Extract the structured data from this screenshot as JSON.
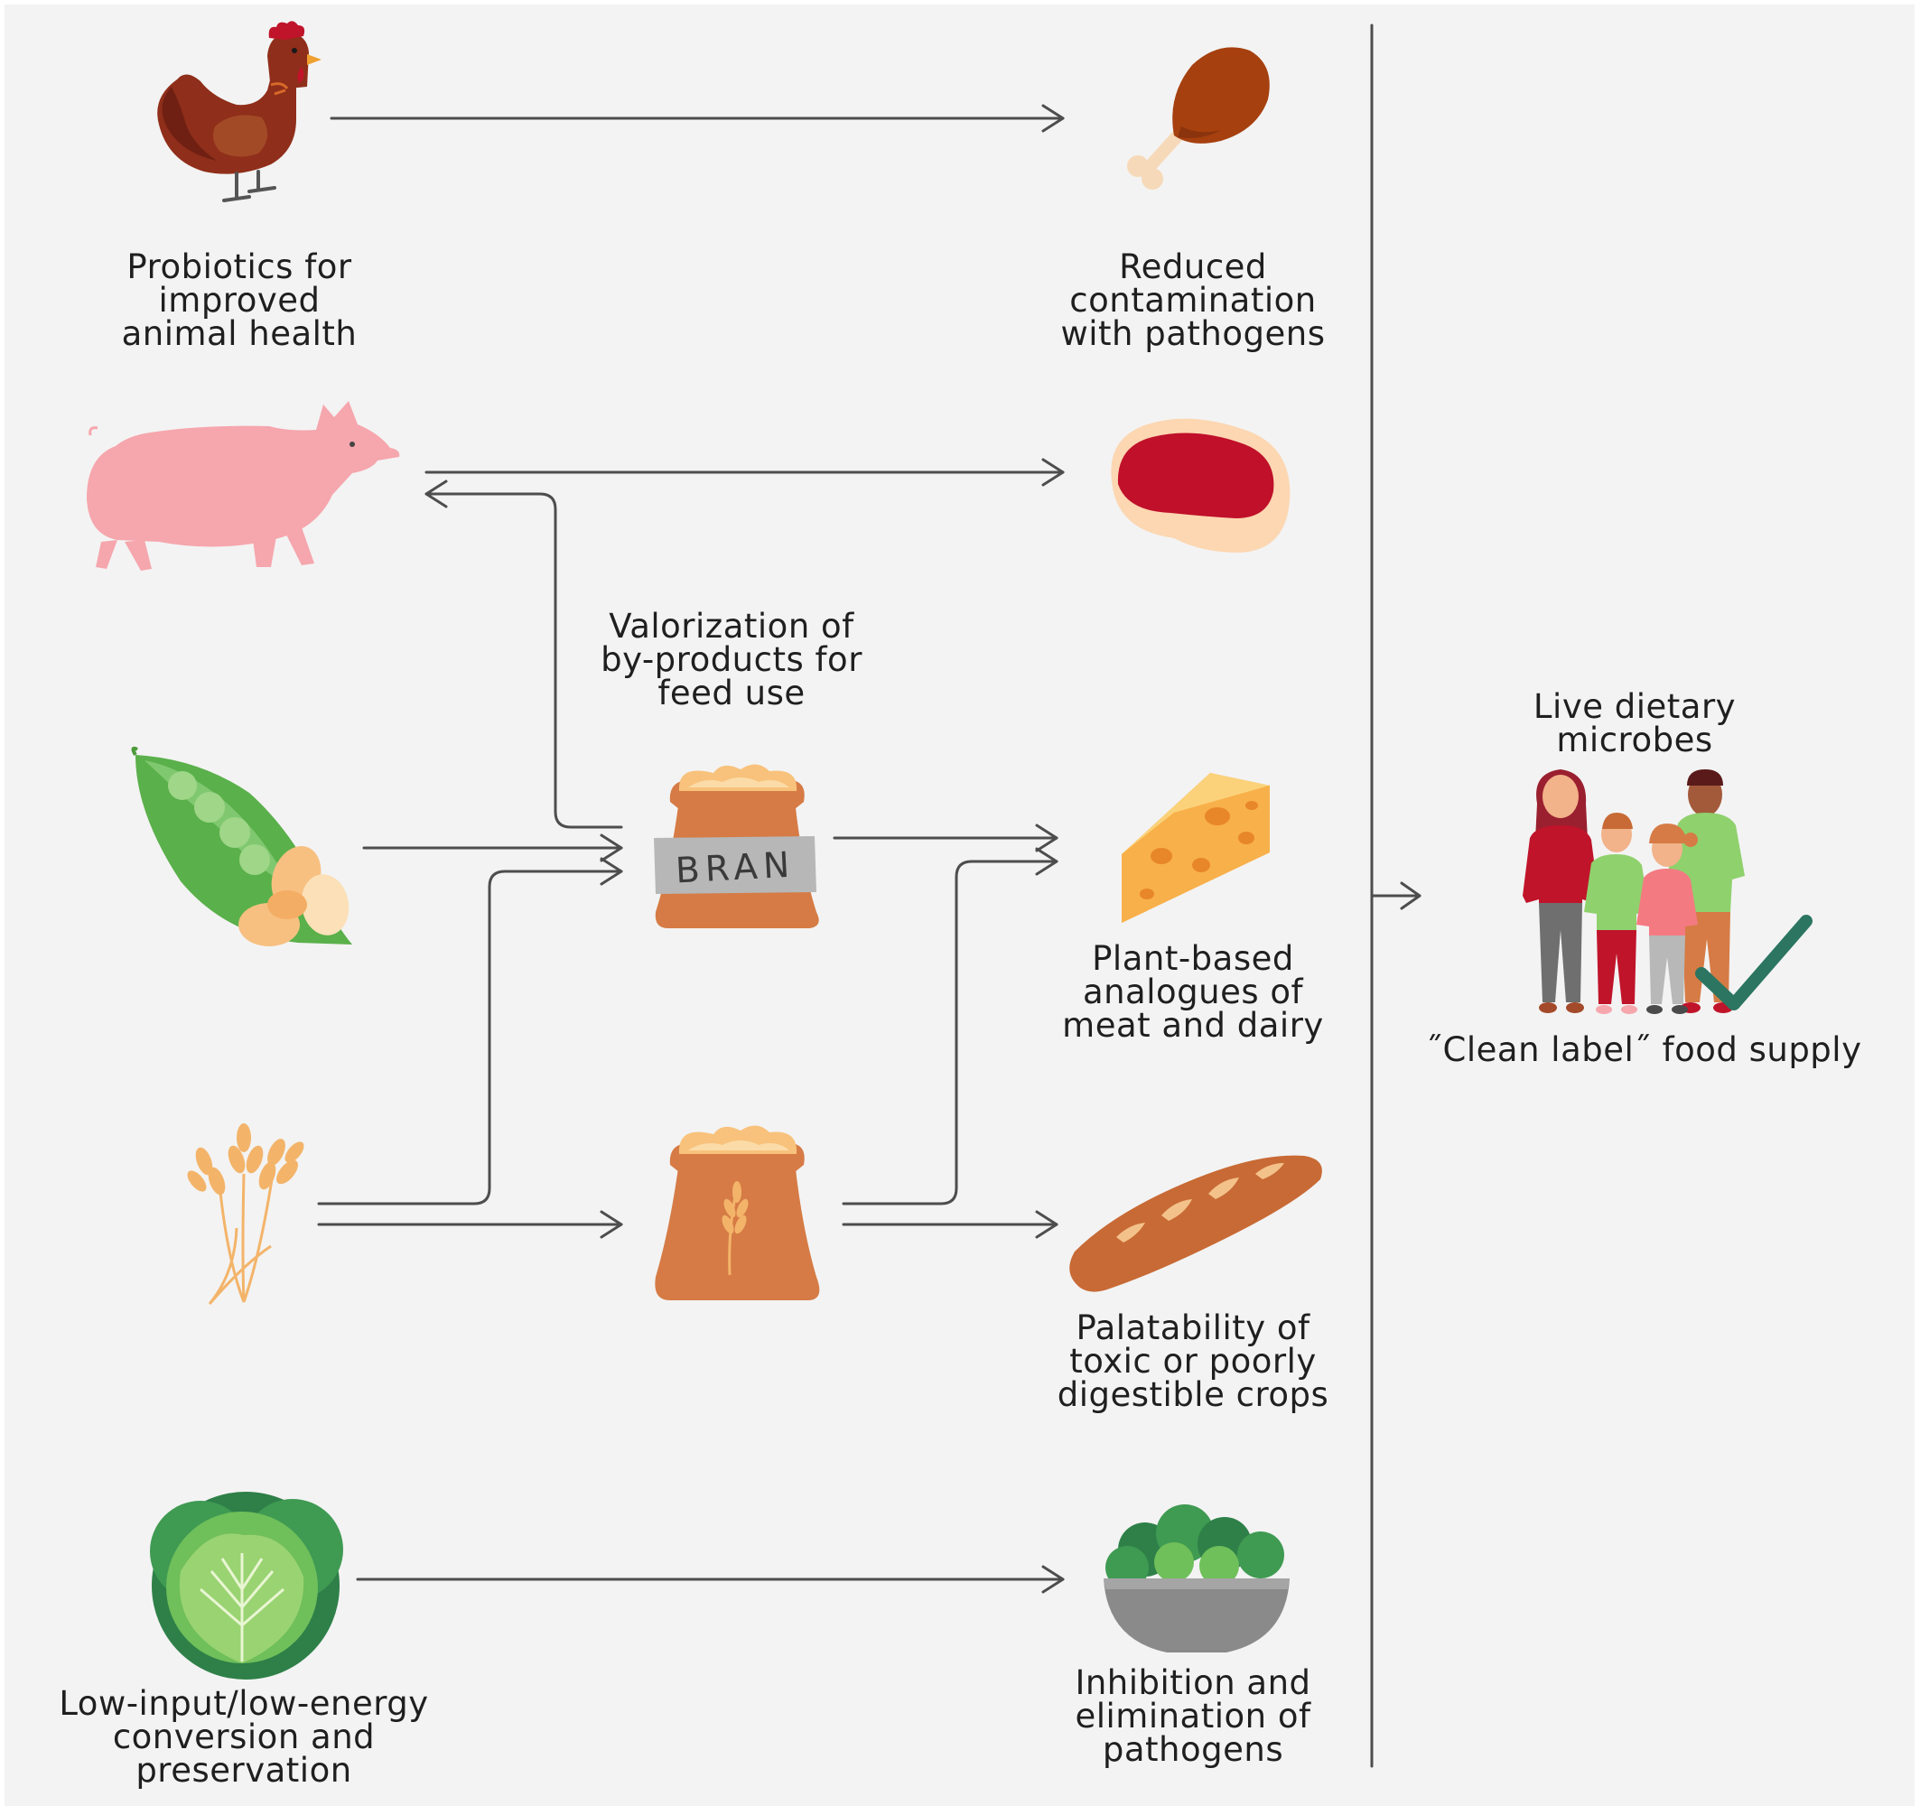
{
  "labels": {
    "probiotics": "Probiotics for\nimproved\nanimal health",
    "reduced_contamination": "Reduced\ncontamination\nwith pathogens",
    "valorization": "Valorization of\nby-products for\nfeed use",
    "plant_based": "Plant-based\nanalogues of\nmeat and dairy",
    "palatability": "Palatability of\ntoxic or poorly\ndigestible crops",
    "low_input": "Low-input/low-energy\nconversion and\npreservation",
    "inhibition": "Inhibition and\nelimination of\npathogens",
    "live_dietary": "Live dietary\nmicrobes",
    "clean_label": "˝Clean label˝ food supply"
  },
  "bran_sack_text": "BRAN",
  "colors": {
    "background": "#f3f3f3",
    "arrow": "#4d4d4d",
    "chicken": "#8f2e1a",
    "pig": "#f6a6ad",
    "meat": "#c0102a",
    "sack": "#d67b45",
    "cheese": "#f7a13a",
    "bread": "#c86a35",
    "cabbage": "#3f9a52",
    "bowl": "#8a8a8a",
    "check": "#2b7561"
  }
}
